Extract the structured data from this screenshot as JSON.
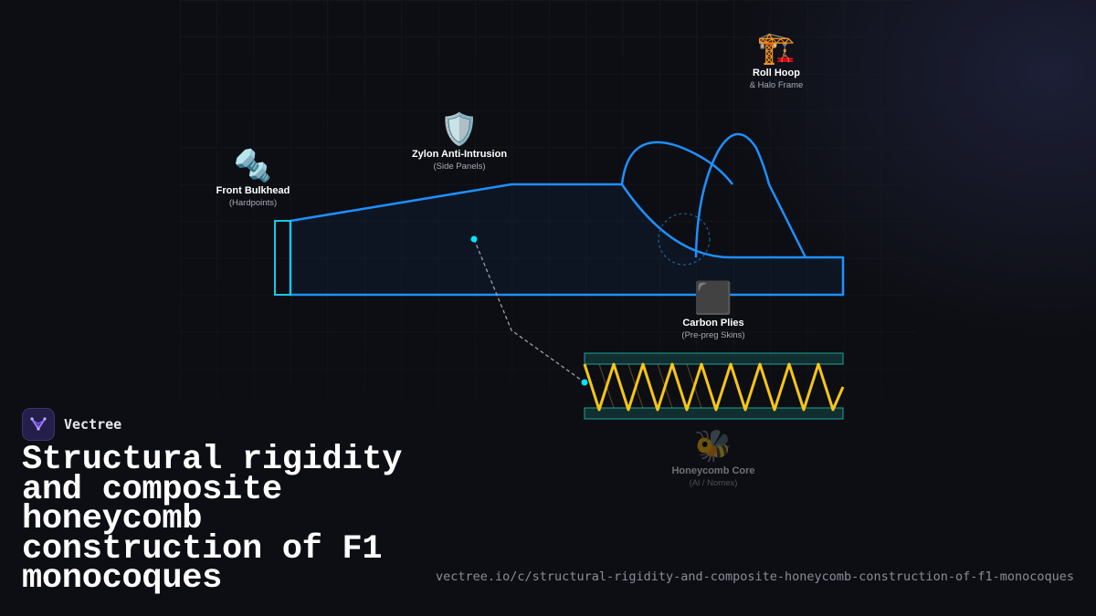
{
  "brand": {
    "name": "Vectree",
    "accent": "#6b4bd6"
  },
  "headline": "Structural rigidity and composite honeycomb construction of F1 monocoques",
  "url": "vectree.io/c/structural-rigidity-and-composite-honeycomb-construction-of-f1-monocoques",
  "colors": {
    "outline": "#1e90ff",
    "bulkhead": "#16c8e6",
    "core_zigzag": "#f5c518",
    "ply_layer": "#1fa39a",
    "anchor_dot": "#00e5ff"
  },
  "labels": {
    "front_bulkhead": {
      "icon": "nut-and-bolt-icon",
      "glyph": "🔩",
      "title": "Front Bulkhead",
      "subtitle": "(Hardpoints)"
    },
    "zylon": {
      "icon": "shield-icon",
      "glyph": "🛡️",
      "title": "Zylon Anti-Intrusion",
      "subtitle": "(Side Panels)"
    },
    "roll_hoop": {
      "icon": "crane-icon",
      "glyph": "🏗️",
      "title": "Roll Hoop",
      "subtitle": "& Halo Frame"
    },
    "carbon_plies": {
      "icon": "black-square-icon",
      "glyph": "⬛",
      "title": "Carbon Plies",
      "subtitle": "(Pre-preg Skins)"
    },
    "honeycomb": {
      "icon": "bee-icon",
      "glyph": "🐝",
      "title": "Honeycomb Core",
      "subtitle": "(Al / Nomex)"
    }
  }
}
